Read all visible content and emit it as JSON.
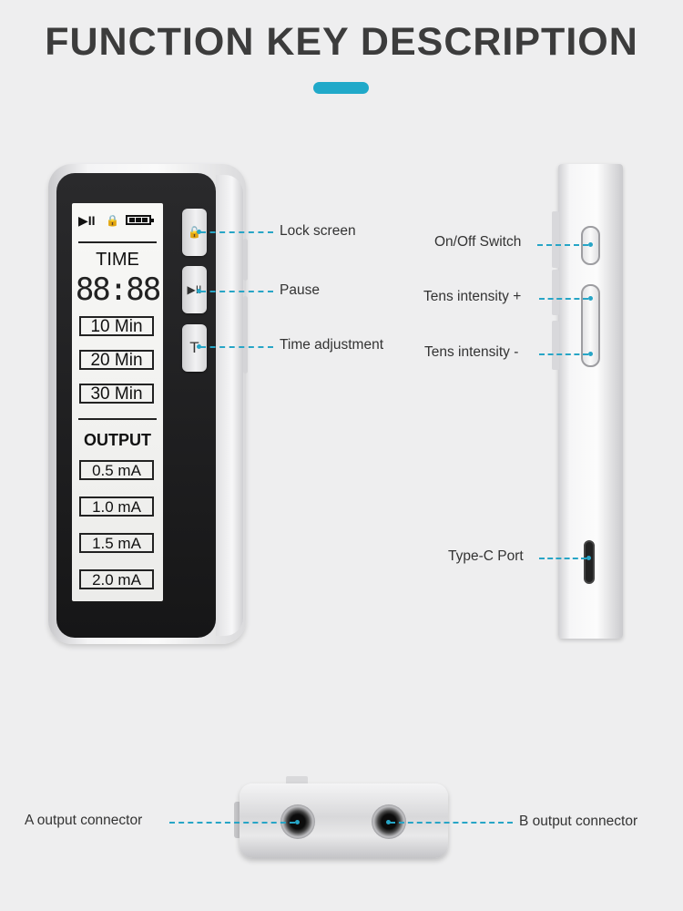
{
  "page": {
    "title": "FUNCTION KEY DESCRIPTION",
    "accent_color": "#20a9c9"
  },
  "front": {
    "lcd": {
      "icons": [
        "play-pause-icon",
        "lock-icon",
        "battery-icon"
      ],
      "play_pause_symbol": "▶II",
      "lock_symbol": "🔒",
      "time_heading": "TIME",
      "time_digits": "88:88",
      "time_options": [
        "10 Min",
        "20 Min",
        "30 Min"
      ],
      "output_heading": "OUTPUT",
      "output_options": [
        "0.5 mA",
        "1.0 mA",
        "1.5 mA",
        "2.0 mA"
      ]
    },
    "buttons": {
      "lock_glyph": "🔓",
      "pause_glyph": "▶II",
      "time_glyph": "T"
    },
    "labels": {
      "lock": "Lock screen",
      "pause": "Pause",
      "time": "Time adjustment"
    }
  },
  "side": {
    "labels": {
      "onoff": "On/Off Switch",
      "plus": "Tens intensity +",
      "minus": "Tens intensity -",
      "typec": "Type-C Port"
    }
  },
  "bottom": {
    "labels": {
      "a": "A output connector",
      "b": "B output connector"
    }
  }
}
